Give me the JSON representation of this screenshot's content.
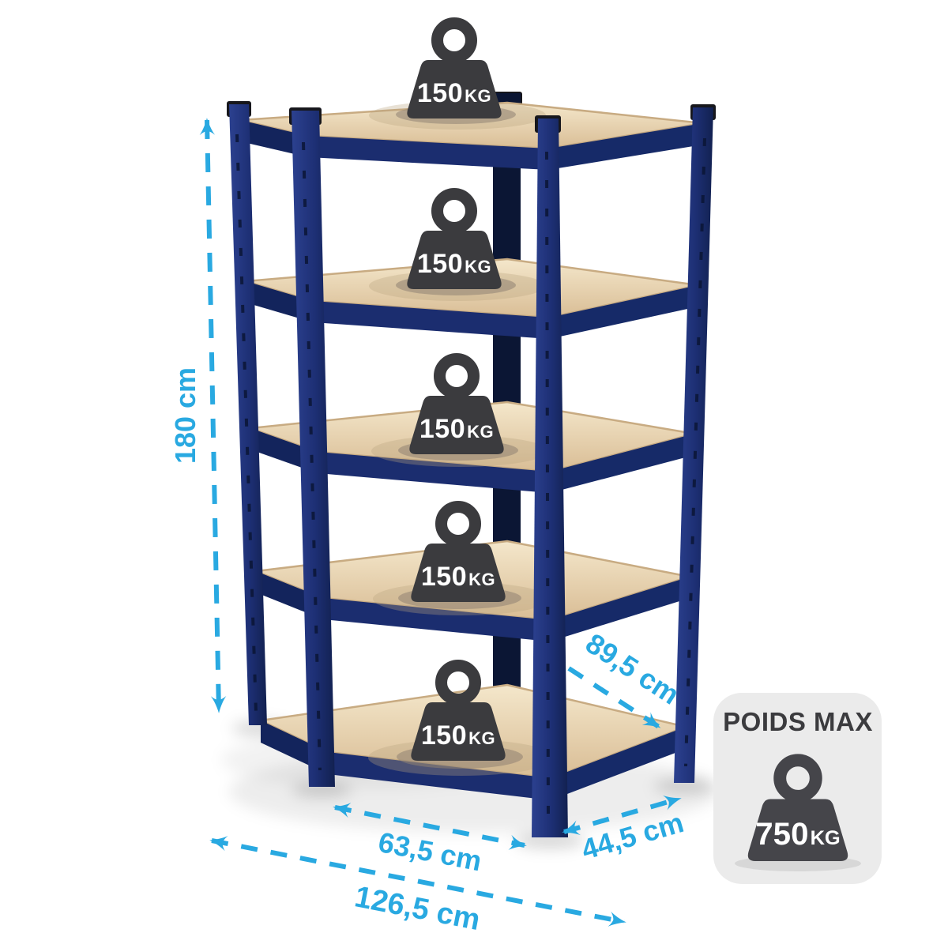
{
  "shelving_unit": {
    "levels": [
      {
        "capacity_value": "150",
        "capacity_unit": "KG"
      },
      {
        "capacity_value": "150",
        "capacity_unit": "KG"
      },
      {
        "capacity_value": "150",
        "capacity_unit": "KG"
      },
      {
        "capacity_value": "150",
        "capacity_unit": "KG"
      },
      {
        "capacity_value": "150",
        "capacity_unit": "KG"
      }
    ]
  },
  "dimensions": {
    "height": "180 cm",
    "side_depth": "89,5 cm",
    "front_left_width": "63,5 cm",
    "front_right_width": "44,5 cm",
    "total_width": "126,5 cm"
  },
  "max_weight_badge": {
    "title": "POIDS MAX",
    "value": "750",
    "unit": "KG"
  },
  "icons": {
    "capacity_icon": "weight-kettlebell-icon",
    "badge_icon": "weight-kettlebell-icon"
  },
  "colors": {
    "frame_navy": "#1d2f74",
    "frame_navy_dark": "#0b1634",
    "shelf_wood": "#e8d2ab",
    "accent_cyan": "#29a9e1",
    "weight_icon_gray": "#3b3b3e",
    "badge_background": "#ebebeb",
    "badge_title_gray": "#3b3b3e"
  }
}
